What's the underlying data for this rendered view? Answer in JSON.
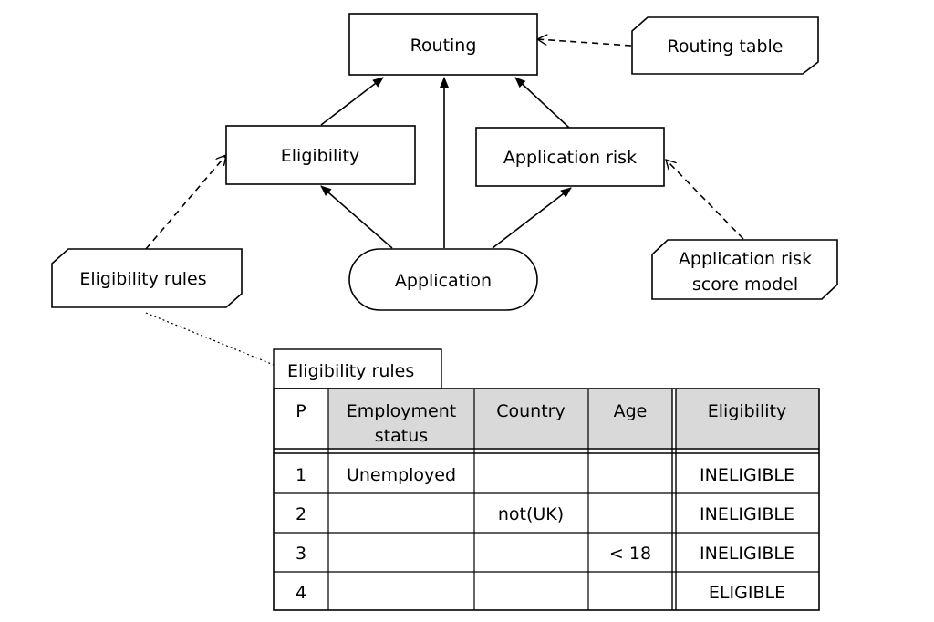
{
  "diagram": {
    "nodes": {
      "routing": {
        "label": "Routing"
      },
      "routing_table": {
        "label": "Routing table"
      },
      "eligibility": {
        "label": "Eligibility"
      },
      "application_risk": {
        "label": "Application risk"
      },
      "application": {
        "label": "Application"
      },
      "eligibility_rules": {
        "label": "Eligibility rules"
      },
      "risk_model": {
        "line1": "Application risk",
        "line2": "score model"
      }
    },
    "decision_table": {
      "name": "Eligibility rules",
      "hit_policy": "P",
      "inputs": [
        {
          "line1": "Employment",
          "line2": "status"
        },
        {
          "line1": "Country",
          "line2": ""
        },
        {
          "line1": "Age",
          "line2": ""
        }
      ],
      "output": "Eligibility",
      "header_fill": "#d9d9d9",
      "rows": [
        {
          "num": "1",
          "employment": "Unemployed",
          "country": "",
          "age": "",
          "result": "INELIGIBLE"
        },
        {
          "num": "2",
          "employment": "",
          "country": "not(UK)",
          "age": "",
          "result": "INELIGIBLE"
        },
        {
          "num": "3",
          "employment": "",
          "country": "",
          "age": "< 18",
          "result": "INELIGIBLE"
        },
        {
          "num": "4",
          "employment": "",
          "country": "",
          "age": "",
          "result": "ELIGIBLE"
        }
      ]
    }
  }
}
